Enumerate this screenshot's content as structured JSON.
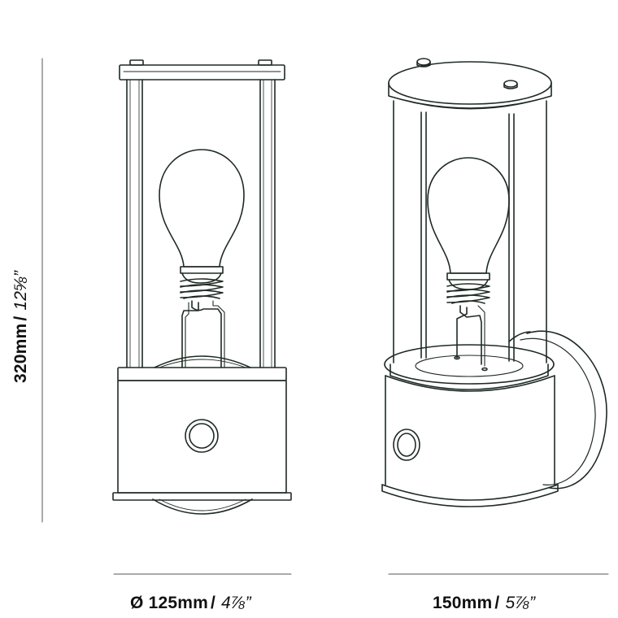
{
  "dimensions": {
    "height": {
      "metric": "320mm",
      "separator": "/",
      "imperial": "12⅝”"
    },
    "diameter": {
      "metric": "Ø 125mm",
      "separator": "/",
      "imperial": "4⅞”"
    },
    "depth": {
      "metric": "150mm",
      "separator": "/",
      "imperial": "5⅞”"
    }
  },
  "colors": {
    "line": "#1e2a24",
    "text": "#111111",
    "background": "#ffffff"
  }
}
